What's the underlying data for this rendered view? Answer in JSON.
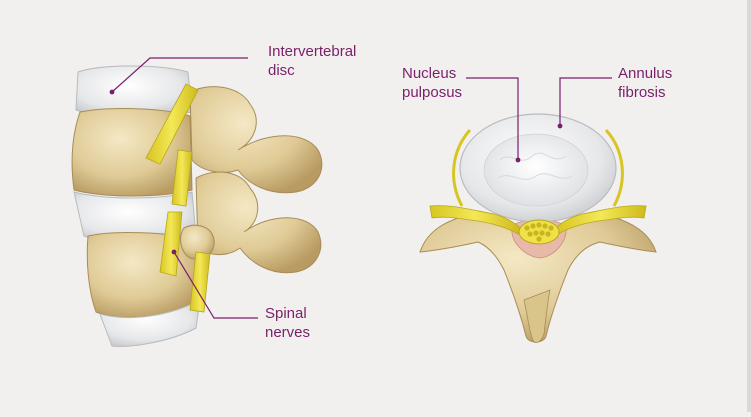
{
  "labels": {
    "intervertebral_disc": [
      "Intervertebral",
      "disc"
    ],
    "spinal_nerves": [
      "Spinal",
      "nerves"
    ],
    "nucleus_pulposus": [
      "Nucleus",
      "pulposus"
    ],
    "annulus_fibrosis": [
      "Annulus",
      "fibrosis"
    ]
  },
  "colors": {
    "background": "#f1f0ee",
    "label_text": "#7a1f6a",
    "leader_line": "#7a1f6a",
    "bone": "#e2cf9e",
    "bone_shadow": "#b59a63",
    "disc": "#e4e6e8",
    "nerve": "#e6d83a",
    "spinal_canal": "#e8b9a8"
  }
}
